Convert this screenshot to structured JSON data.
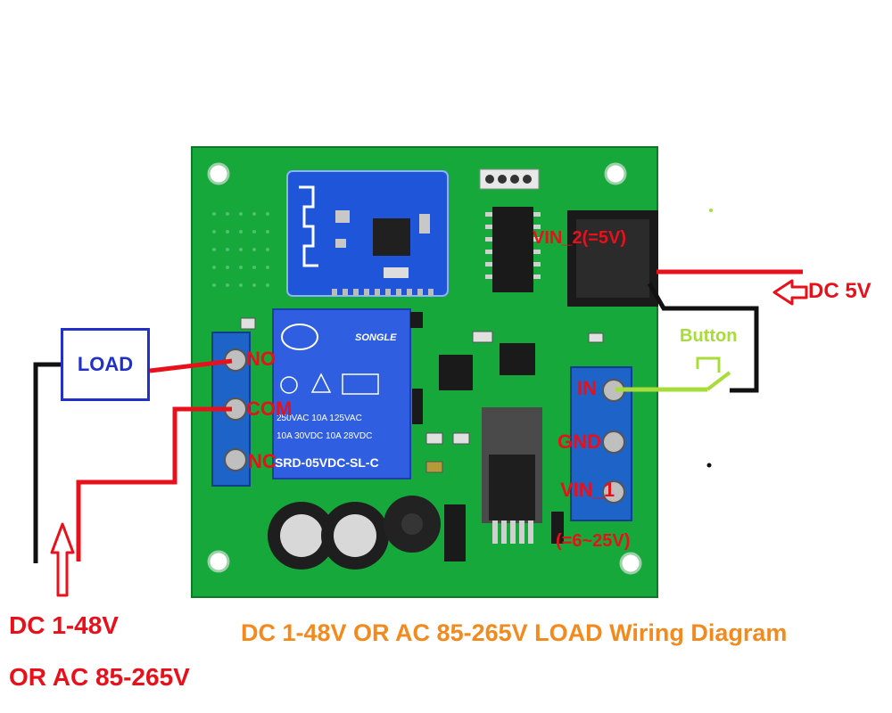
{
  "labels": {
    "relay_no": "NO",
    "relay_com": "COM",
    "relay_nc": "NC",
    "load": "LOAD",
    "vin2": "VIN_2(=5V)",
    "dc5v": "DC 5V",
    "button": "Button",
    "in": "IN",
    "gnd": "GND",
    "vin1": "VIN_1",
    "vin1_range": "(=6~25V)",
    "dc_input_line1": "DC 1-48V",
    "dc_input_line2": "OR AC 85-265V",
    "caption": "DC 1-48V OR AC 85-265V LOAD Wiring Diagram"
  },
  "relay_marking": {
    "brand": "SONGLE",
    "rating1": "250VAC  10A 125VAC",
    "rating2": "10A  30VDC 10A 28VDC",
    "model": "SRD-05VDC-SL-C"
  },
  "colors": {
    "board": "#16a83a",
    "terminal": "#1e64c8",
    "wire_red": "#e8101a",
    "wire_black": "#111111",
    "wire_green": "#a8dc3a",
    "load_border": "#2030c8",
    "caption": "#f28a1e",
    "label_red": "#e8101a"
  }
}
